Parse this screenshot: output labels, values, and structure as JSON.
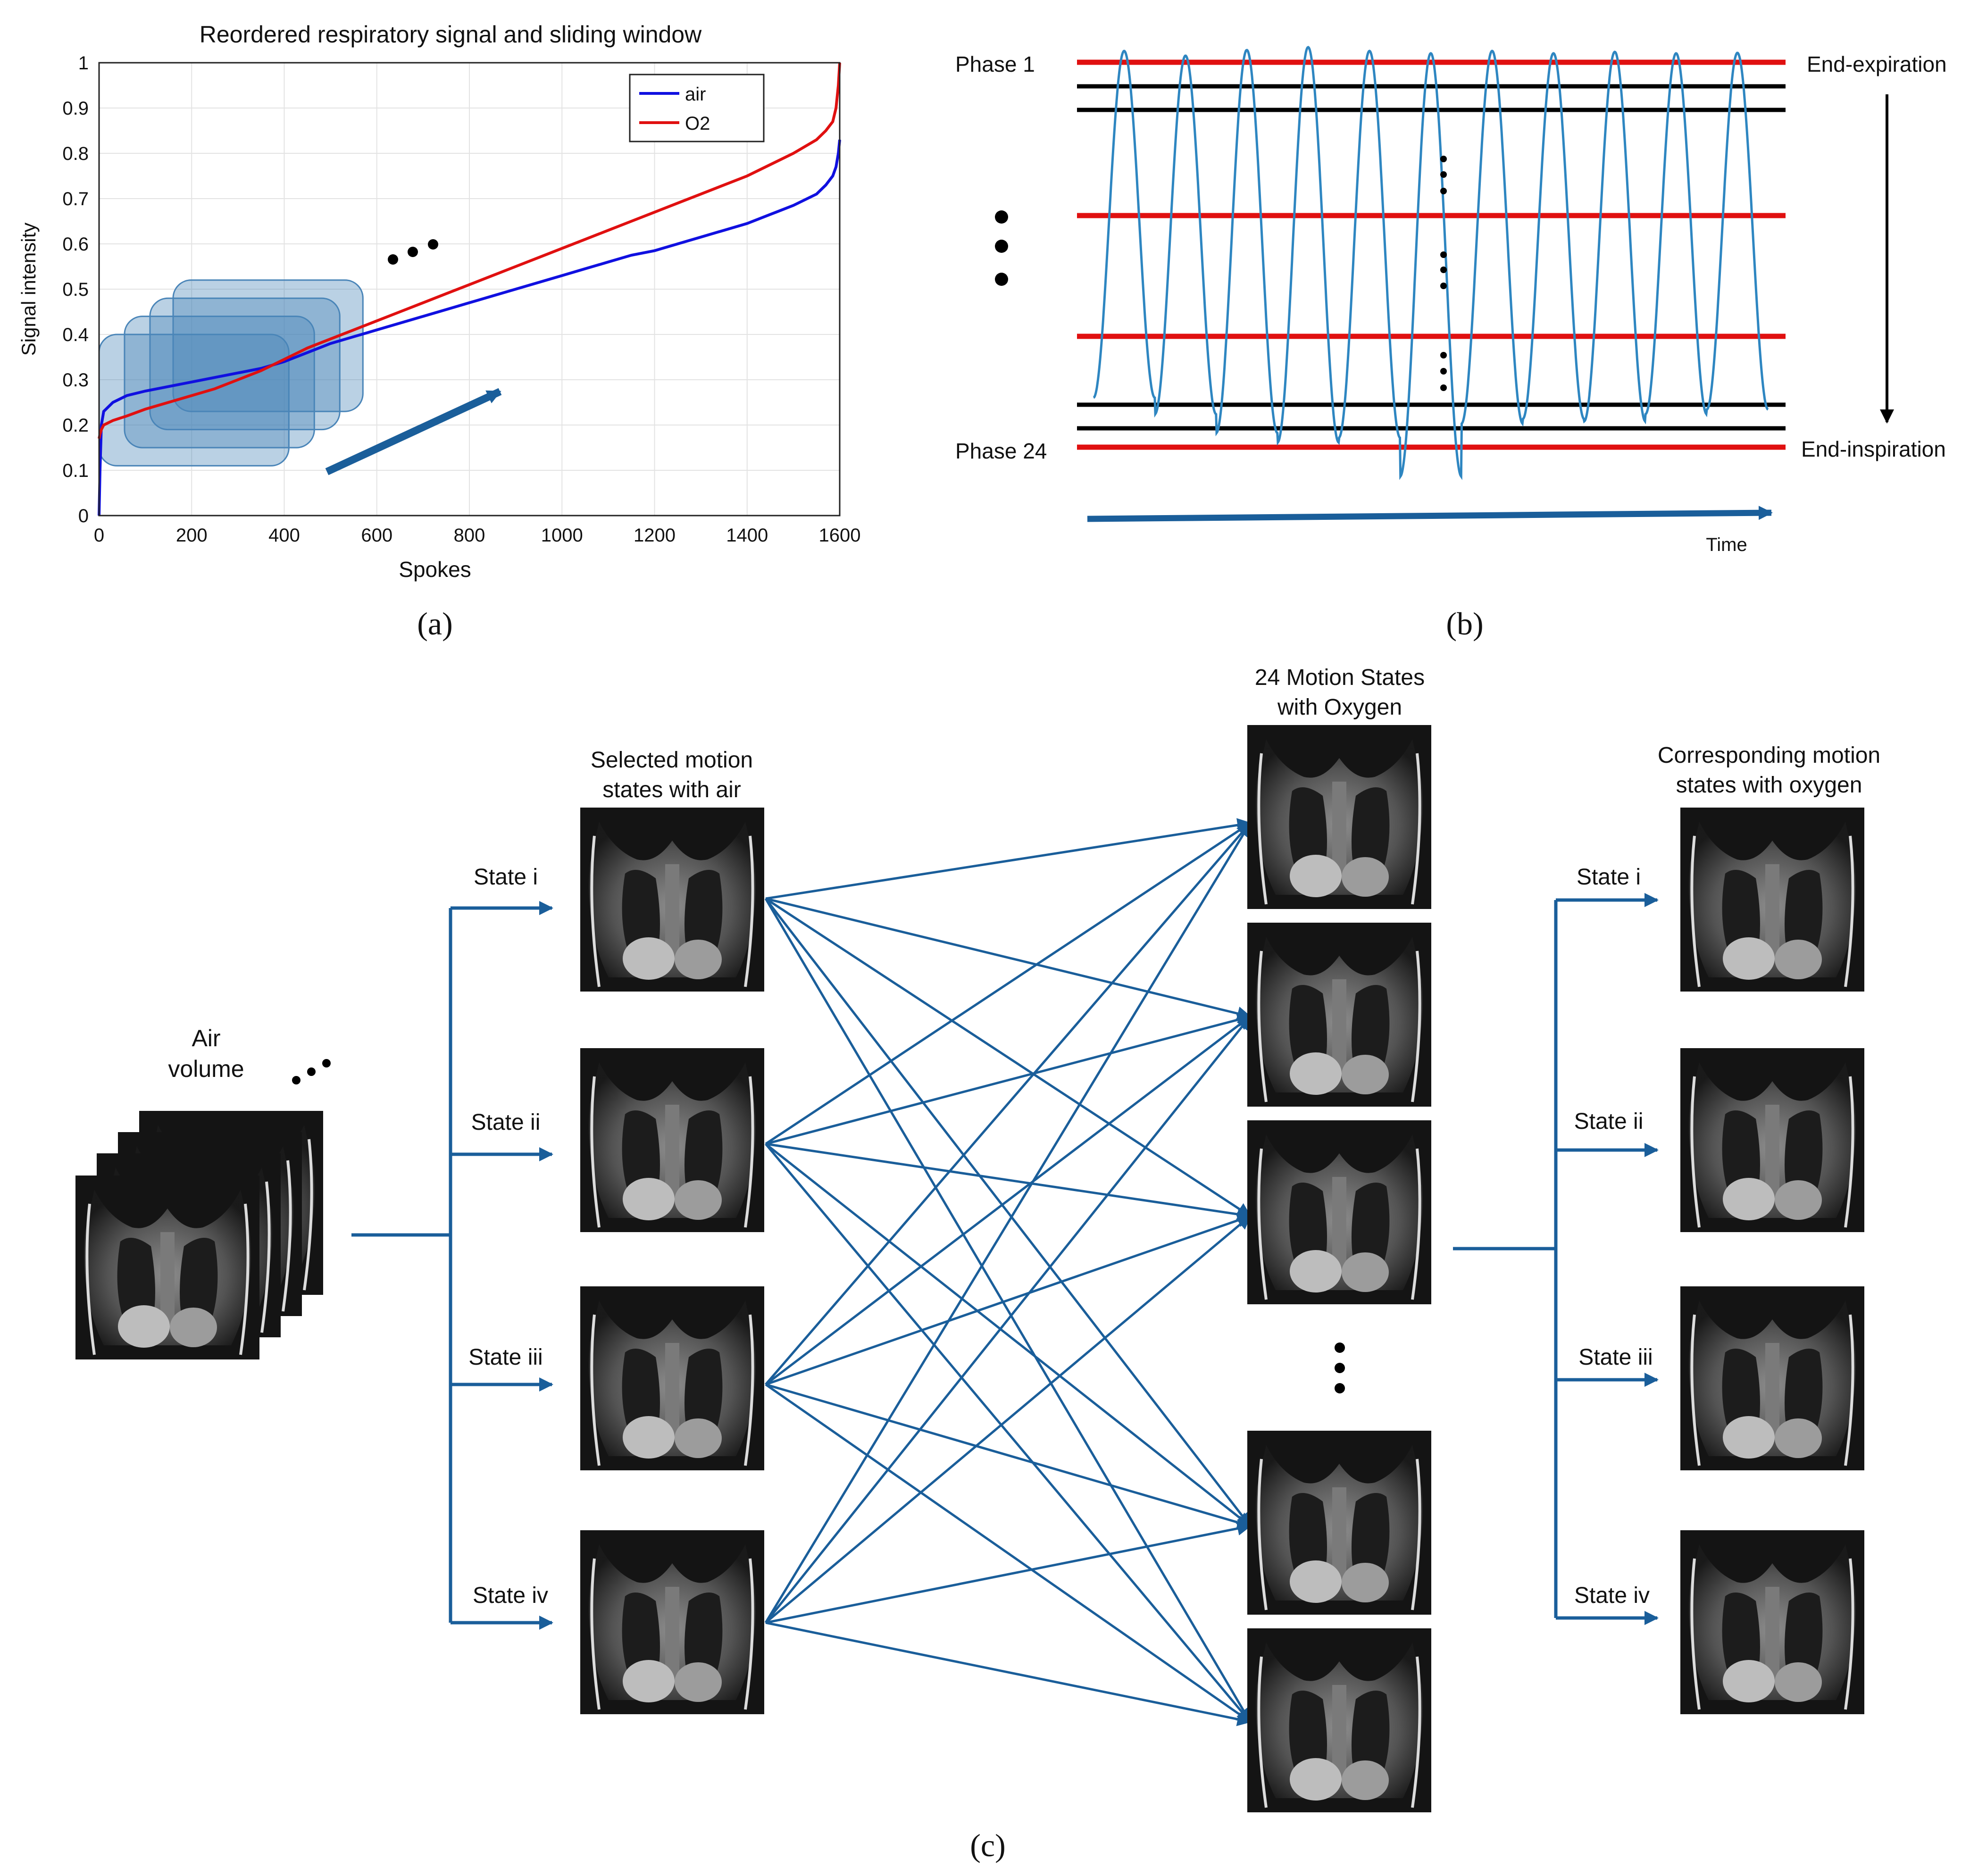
{
  "panel_a": {
    "panel_label": "(a)",
    "chart_data": {
      "type": "line",
      "title": "Reordered respiratory signal and sliding window",
      "xlabel": "Spokes",
      "ylabel": "Signal intensity",
      "xlim": [
        0,
        1600
      ],
      "ylim": [
        0,
        1
      ],
      "xticks": [
        0,
        200,
        400,
        600,
        800,
        1000,
        1200,
        1400,
        1600
      ],
      "yticks": [
        0,
        0.1,
        0.2,
        0.3,
        0.4,
        0.5,
        0.6,
        0.7,
        0.8,
        0.9,
        1
      ],
      "grid": true,
      "legend_position": "top-right",
      "series": [
        {
          "name": "air",
          "color": "#1010e0",
          "x": [
            0,
            2,
            5,
            10,
            30,
            60,
            100,
            150,
            200,
            250,
            300,
            350,
            400,
            450,
            500,
            550,
            600,
            650,
            700,
            750,
            800,
            850,
            900,
            950,
            1000,
            1050,
            1100,
            1150,
            1200,
            1250,
            1300,
            1350,
            1400,
            1450,
            1500,
            1550,
            1570,
            1585,
            1592,
            1597,
            1600
          ],
          "y": [
            0.0,
            0.1,
            0.2,
            0.23,
            0.25,
            0.265,
            0.275,
            0.285,
            0.295,
            0.305,
            0.315,
            0.325,
            0.34,
            0.36,
            0.38,
            0.395,
            0.41,
            0.425,
            0.44,
            0.455,
            0.47,
            0.485,
            0.5,
            0.515,
            0.53,
            0.545,
            0.56,
            0.575,
            0.585,
            0.6,
            0.615,
            0.63,
            0.645,
            0.665,
            0.685,
            0.71,
            0.73,
            0.75,
            0.77,
            0.8,
            0.83
          ]
        },
        {
          "name": "O2",
          "color": "#e01010",
          "x": [
            0,
            2,
            5,
            10,
            30,
            60,
            100,
            150,
            200,
            250,
            300,
            350,
            400,
            450,
            500,
            550,
            600,
            650,
            700,
            750,
            800,
            850,
            900,
            950,
            1000,
            1050,
            1100,
            1150,
            1200,
            1250,
            1300,
            1350,
            1400,
            1450,
            1500,
            1550,
            1570,
            1585,
            1592,
            1597,
            1600
          ],
          "y": [
            0.17,
            0.18,
            0.19,
            0.2,
            0.21,
            0.22,
            0.235,
            0.25,
            0.265,
            0.28,
            0.3,
            0.32,
            0.345,
            0.37,
            0.39,
            0.41,
            0.43,
            0.45,
            0.47,
            0.49,
            0.51,
            0.53,
            0.55,
            0.57,
            0.59,
            0.61,
            0.63,
            0.65,
            0.67,
            0.69,
            0.71,
            0.73,
            0.75,
            0.775,
            0.8,
            0.83,
            0.85,
            0.87,
            0.9,
            0.95,
            1.0
          ]
        }
      ],
      "annotations": {
        "sliding_windows": [
          {
            "x_start": 0,
            "x_end": 410,
            "y_start": 0.11,
            "y_end": 0.4
          },
          {
            "x_start": 55,
            "x_end": 465,
            "y_start": 0.15,
            "y_end": 0.44
          },
          {
            "x_start": 110,
            "x_end": 520,
            "y_start": 0.19,
            "y_end": 0.48
          },
          {
            "x_start": 160,
            "x_end": 570,
            "y_start": 0.23,
            "y_end": 0.52
          }
        ],
        "ellipsis_glyph": "• • •"
      }
    }
  },
  "panel_b": {
    "panel_label": "(b)",
    "phase_first": "Phase 1",
    "phase_last": "Phase 24",
    "end_expiration": "End-expiration",
    "end_inspiration": "End-inspiration",
    "time_label": "Time",
    "ellipsis_glyph": "•",
    "colors": {
      "signal": "#2e86c1",
      "phase_line_red": "#e01010",
      "phase_line_black": "#000000",
      "time_arrow": "#1a5e9a"
    },
    "signal_cycles": 11
  },
  "panel_c": {
    "panel_label": "(c)",
    "air_volume_label_line1": "Air",
    "air_volume_label_line2": "volume",
    "selected_header_line1": "Selected motion",
    "selected_header_line2": "states with air",
    "oxygen_header_line1": "24 Motion States",
    "oxygen_header_line2": "with Oxygen",
    "corresponding_header_line1": "Corresponding motion",
    "corresponding_header_line2": "states with oxygen",
    "states": [
      "State i",
      "State ii",
      "State iii",
      "State iv"
    ],
    "ellipsis_glyph": "•",
    "arrow_color": "#1a5e9a"
  }
}
